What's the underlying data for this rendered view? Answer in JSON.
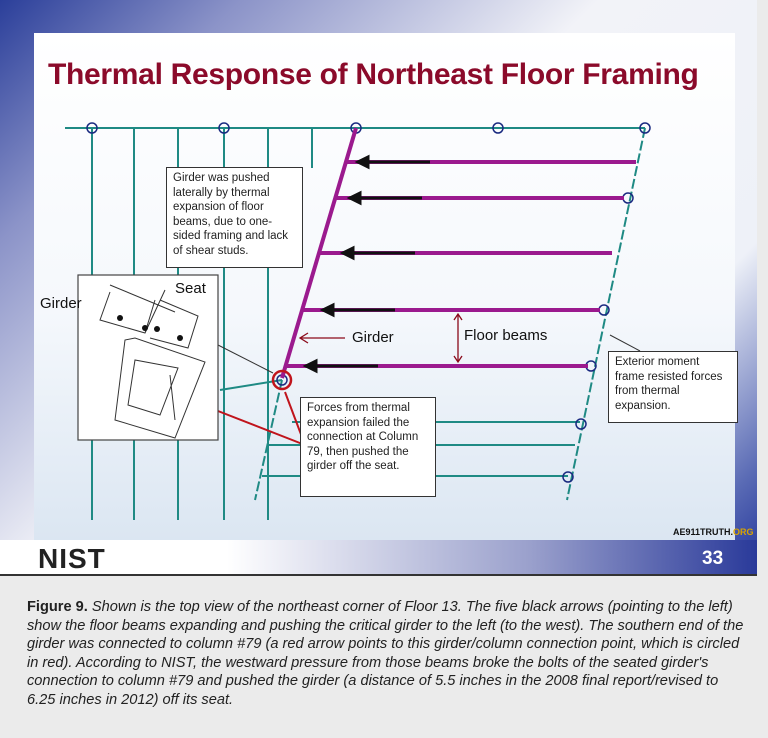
{
  "slide": {
    "title": "Thermal Response of Northeast Floor Framing",
    "logo": "NIST",
    "page_number": "33",
    "watermark_main": "AE911TRUTH.",
    "watermark_suffix": "ORG"
  },
  "diagram": {
    "box_girder_pushed": "Girder was pushed laterally by thermal expansion of floor beams, due to one-sided framing and lack of shear studs.",
    "box_forces": "Forces from thermal expansion failed the connection at Column 79, then pushed the girder off the seat.",
    "box_exterior": "Exterior moment frame resisted forces from thermal expansion.",
    "label_girder_inset": "Girder",
    "label_seat": "Seat",
    "label_girder": "Girder",
    "label_floor_beams": "Floor beams",
    "colors": {
      "grid": "#1f8a84",
      "beam": "#9b1a8e",
      "highlight": "#c0141c",
      "title": "#8b0a2a"
    }
  },
  "caption": {
    "label": "Figure 9.",
    "text": " Shown is the top view of the northeast corner of Floor 13. The five black arrows (pointing to the left) show the floor beams expanding and pushing the critical girder to the left (to the west). The southern end of the girder was connected to column #79 (a red arrow points to this girder/column connection point, which is circled in red). According to NIST, the westward pressure from those beams broke the bolts of the seated girder's connection to column #79 and pushed the girder (a distance of 5.5 inches in the 2008 final report/revised to 6.25 inches in 2012) off its seat."
  }
}
